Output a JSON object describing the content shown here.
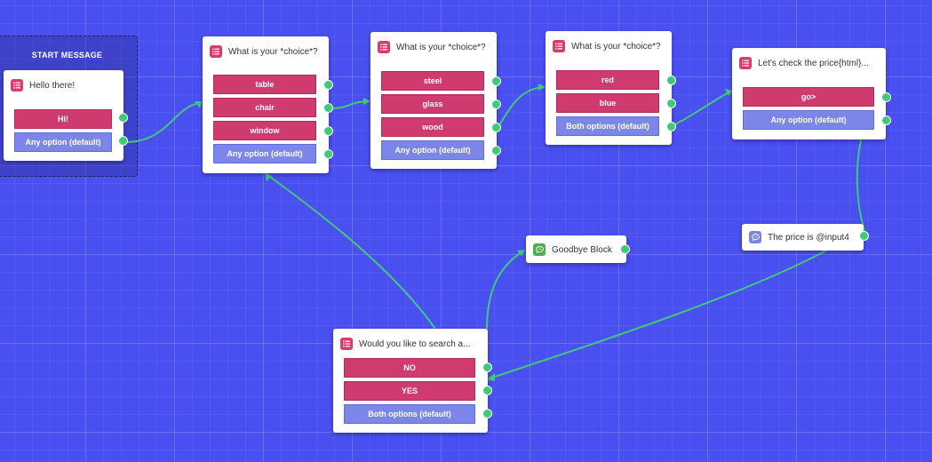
{
  "start_message": {
    "label": "START MESSAGE"
  },
  "blocks": {
    "hello": {
      "title": "Hello there!",
      "options": [
        "Hi!",
        "Any option (default)"
      ]
    },
    "choice1": {
      "title": "What is your *choice*?",
      "options": [
        "table",
        "chair",
        "window",
        "Any option (default)"
      ]
    },
    "choice2": {
      "title": "What is your *choice*?",
      "options": [
        "steel",
        "glass",
        "wood",
        "Any option (default)"
      ]
    },
    "choice3": {
      "title": "What is your *choice*?",
      "options": [
        "red",
        "blue",
        "Both options (default)"
      ]
    },
    "price_check": {
      "title": "Let's check the price{html}...",
      "options": [
        "go>",
        "Any option (default)"
      ]
    },
    "price_is": {
      "title": "The price is @input4"
    },
    "goodbye": {
      "title": "Goodbye Block"
    },
    "search": {
      "title": "Would you like to search a...",
      "options": [
        "NO",
        "YES",
        "Both options (default)"
      ]
    }
  },
  "colors": {
    "canvas": "#4a4ff0",
    "option_primary": "#cf3b6f",
    "option_default": "#7c86e8",
    "connector": "#3fca7a"
  },
  "icons": {
    "list_block": "list-icon",
    "message_block": "chat-icon"
  }
}
